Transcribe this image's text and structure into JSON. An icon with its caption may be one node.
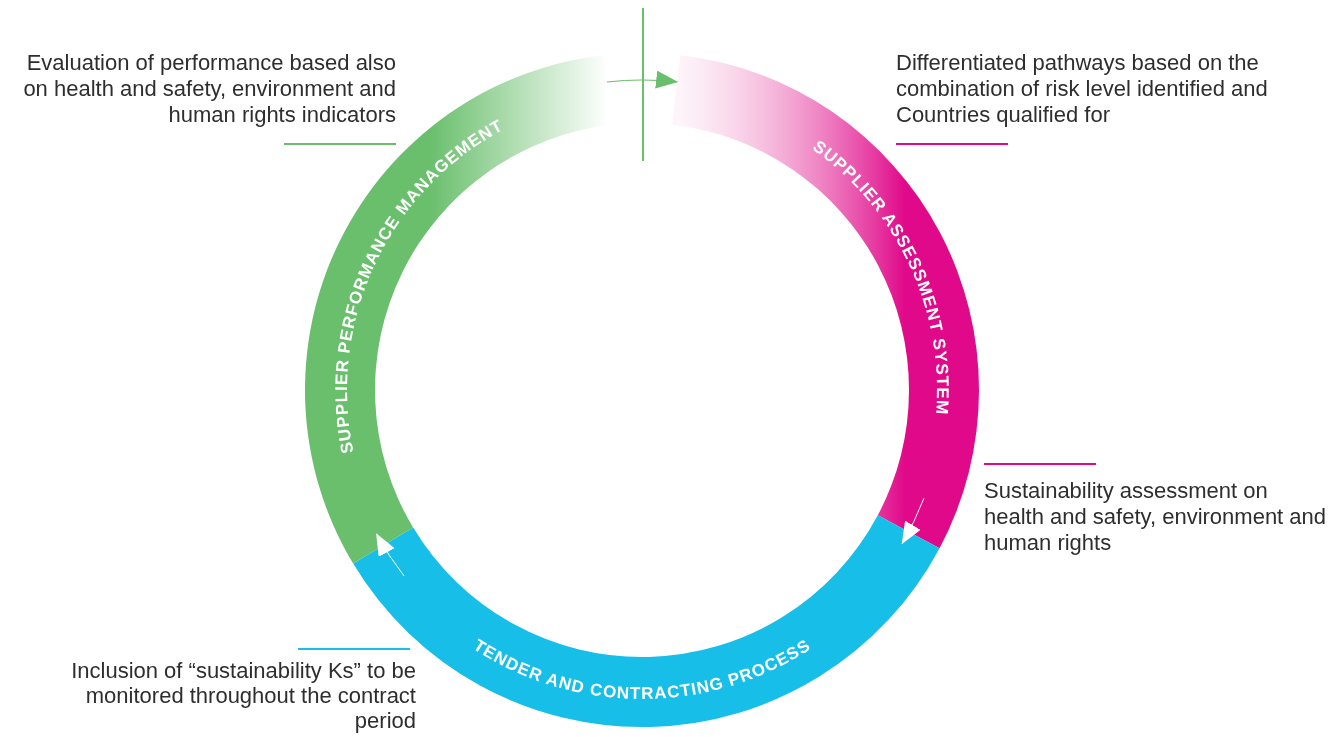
{
  "diagram": {
    "nodes": [
      {
        "text": [
          "SUPPLIER ASSESSMENT SYSTEM"
        ],
        "beside": [
          "Differentiated pathways based on the combination of risk level identified and Countries qualified for",
          "Sustainability assessment on health and safety, environment and human rights"
        ]
      },
      {
        "text": [
          "TENDER AND CONTRACTING PROCESS"
        ],
        "beside": [
          "Inclusion of “sustainability Ks” to be monitored throughout the contract period"
        ]
      },
      {
        "text": [
          "SUPPLIER PERFORMANCE MANAGEMENT"
        ],
        "beside": [
          "Evaluation of performance based also on health and safety, environment and human rights indicators"
        ]
      }
    ],
    "edges": [
      {
        "from": 0,
        "to": 1,
        "arrow": "to"
      },
      {
        "from": 1,
        "to": 2,
        "arrow": "to"
      },
      {
        "from": 2,
        "to": 0,
        "arrow": "to",
        "color": "#6abf6d"
      }
    ]
  }
}
